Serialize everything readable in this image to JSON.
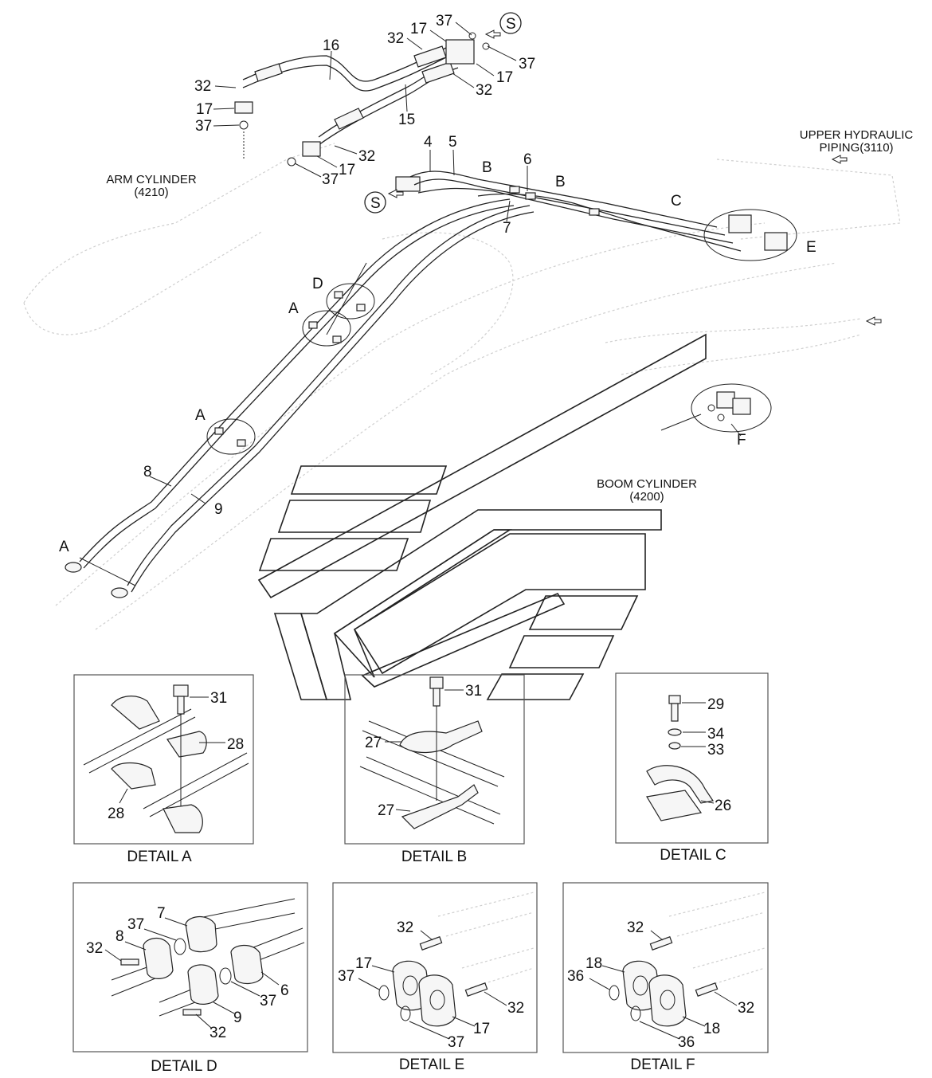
{
  "diagram": {
    "main_labels": [
      {
        "id": "16",
        "text": "16"
      },
      {
        "id": "32a",
        "text": "32"
      },
      {
        "id": "17a",
        "text": "17"
      },
      {
        "id": "37a",
        "text": "37"
      },
      {
        "id": "32b",
        "text": "32"
      },
      {
        "id": "17b",
        "text": "17"
      },
      {
        "id": "37b",
        "text": "37"
      },
      {
        "id": "37c",
        "text": "37"
      },
      {
        "id": "17c",
        "text": "17"
      },
      {
        "id": "32c",
        "text": "32"
      },
      {
        "id": "15",
        "text": "15"
      },
      {
        "id": "17d",
        "text": "17"
      },
      {
        "id": "32d",
        "text": "32"
      },
      {
        "id": "37d",
        "text": "37"
      },
      {
        "id": "4",
        "text": "4"
      },
      {
        "id": "5",
        "text": "5"
      },
      {
        "id": "6",
        "text": "6"
      },
      {
        "id": "7",
        "text": "7"
      },
      {
        "id": "8",
        "text": "8"
      },
      {
        "id": "9",
        "text": "9"
      },
      {
        "id": "B1",
        "text": "B"
      },
      {
        "id": "B2",
        "text": "B"
      },
      {
        "id": "C",
        "text": "C"
      },
      {
        "id": "D",
        "text": "D"
      },
      {
        "id": "A1",
        "text": "A"
      },
      {
        "id": "A2",
        "text": "A"
      },
      {
        "id": "A3",
        "text": "A"
      },
      {
        "id": "E",
        "text": "E"
      },
      {
        "id": "F",
        "text": "F"
      },
      {
        "id": "S1",
        "text": "S"
      },
      {
        "id": "S2",
        "text": "S"
      }
    ],
    "arm_cylinder": {
      "line1": "ARM CYLINDER",
      "line2": "(4210)"
    },
    "upper_piping": {
      "line1": "UPPER HYDRAULIC",
      "line2": "PIPING(3110)"
    },
    "boom_cylinder": {
      "line1": "BOOM CYLINDER",
      "line2": "(4200)"
    }
  },
  "details": {
    "a": {
      "caption": "DETAIL A",
      "labels": [
        "31",
        "28",
        "28"
      ]
    },
    "b": {
      "caption": "DETAIL B",
      "labels": [
        "31",
        "27",
        "27"
      ]
    },
    "c": {
      "caption": "DETAIL C",
      "labels": [
        "29",
        "34",
        "33",
        "26"
      ]
    },
    "d": {
      "caption": "DETAIL D",
      "labels": [
        "7",
        "37",
        "8",
        "32",
        "37",
        "6",
        "9",
        "32"
      ]
    },
    "e": {
      "caption": "DETAIL E",
      "labels": [
        "32",
        "17",
        "37",
        "32",
        "17",
        "37"
      ]
    },
    "f": {
      "caption": "DETAIL F",
      "labels": [
        "32",
        "18",
        "36",
        "32",
        "18",
        "36"
      ]
    }
  }
}
